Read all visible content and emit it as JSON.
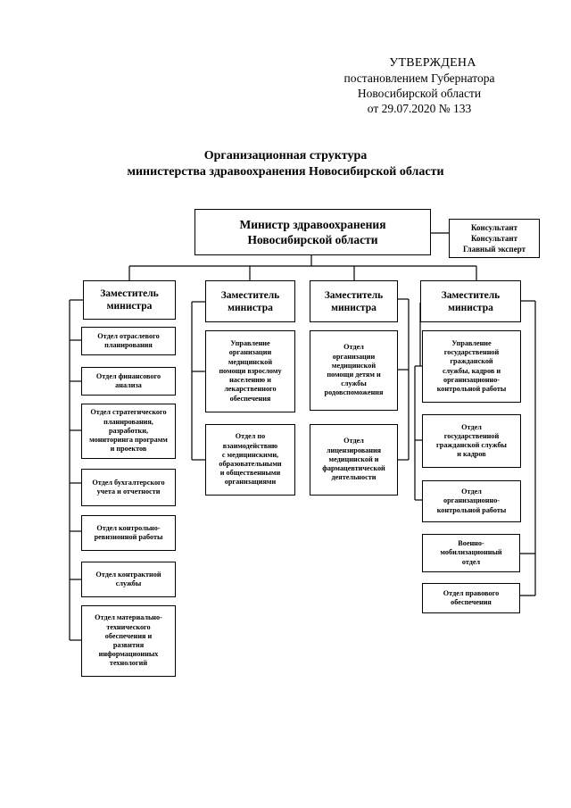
{
  "approval": {
    "lines": [
      "УТВЕРЖДЕНА",
      "постановлением Губернатора",
      "Новосибирской области",
      "от 29.07.2020  № 133"
    ]
  },
  "title": {
    "lines": [
      "Организационная структура",
      "министерства здравоохранения Новосибирской области"
    ]
  },
  "minister": {
    "label": "Министр здравоохранения\nНовосибирской области"
  },
  "consultants": {
    "label": "Консультант\nКонсультант\nГлавный эксперт"
  },
  "deputies": [
    {
      "label": "Заместитель\nминистра",
      "units": [
        "Отдел отраслевого\nпланирования",
        "Отдел финансового\nанализа",
        "Отдел стратегического\nпланирования,\nразработки,\nмониторинга программ\nи проектов",
        "Отдел бухгалтерского\nучета и отчетности",
        "Отдел контрольно-\nревизионной работы",
        "Отдел контрактной\nслужбы",
        "Отдел материально-\nтехнического\nобеспечения и\nразвития\nинформационных\nтехнологий"
      ]
    },
    {
      "label": "Заместитель\nминистра",
      "units": [
        "Управление\nорганизации\nмедицинской\nпомощи взрослому\nнаселению и\nлекарственного\nобеспечения",
        "Отдел по\nвзаимодействию\nс медицинскими,\nобразовательными\nи общественными\nорганизациями"
      ]
    },
    {
      "label": "Заместитель\nминистра",
      "units": [
        "Отдел\nорганизации\nмедицинской\nпомощи детям и\nслужбы\nродовспоможения",
        "Отдел\nлицензирования\nмедицинской и\nфармацевтической\nдеятельности"
      ]
    },
    {
      "label": "Заместитель\nминистра",
      "units": [
        "Управление\nгосударственной\nгражданской\nслужбы, кадров и\nорганизационно-\nконтрольной работы",
        "Отдел\nгосударственной\nгражданской службы\nи кадров",
        "Отдел\nорганизационно-\nконтрольной работы",
        "Военно-\nмобилизационный\nотдел",
        "Отдел правового\nобеспечения"
      ]
    }
  ]
}
